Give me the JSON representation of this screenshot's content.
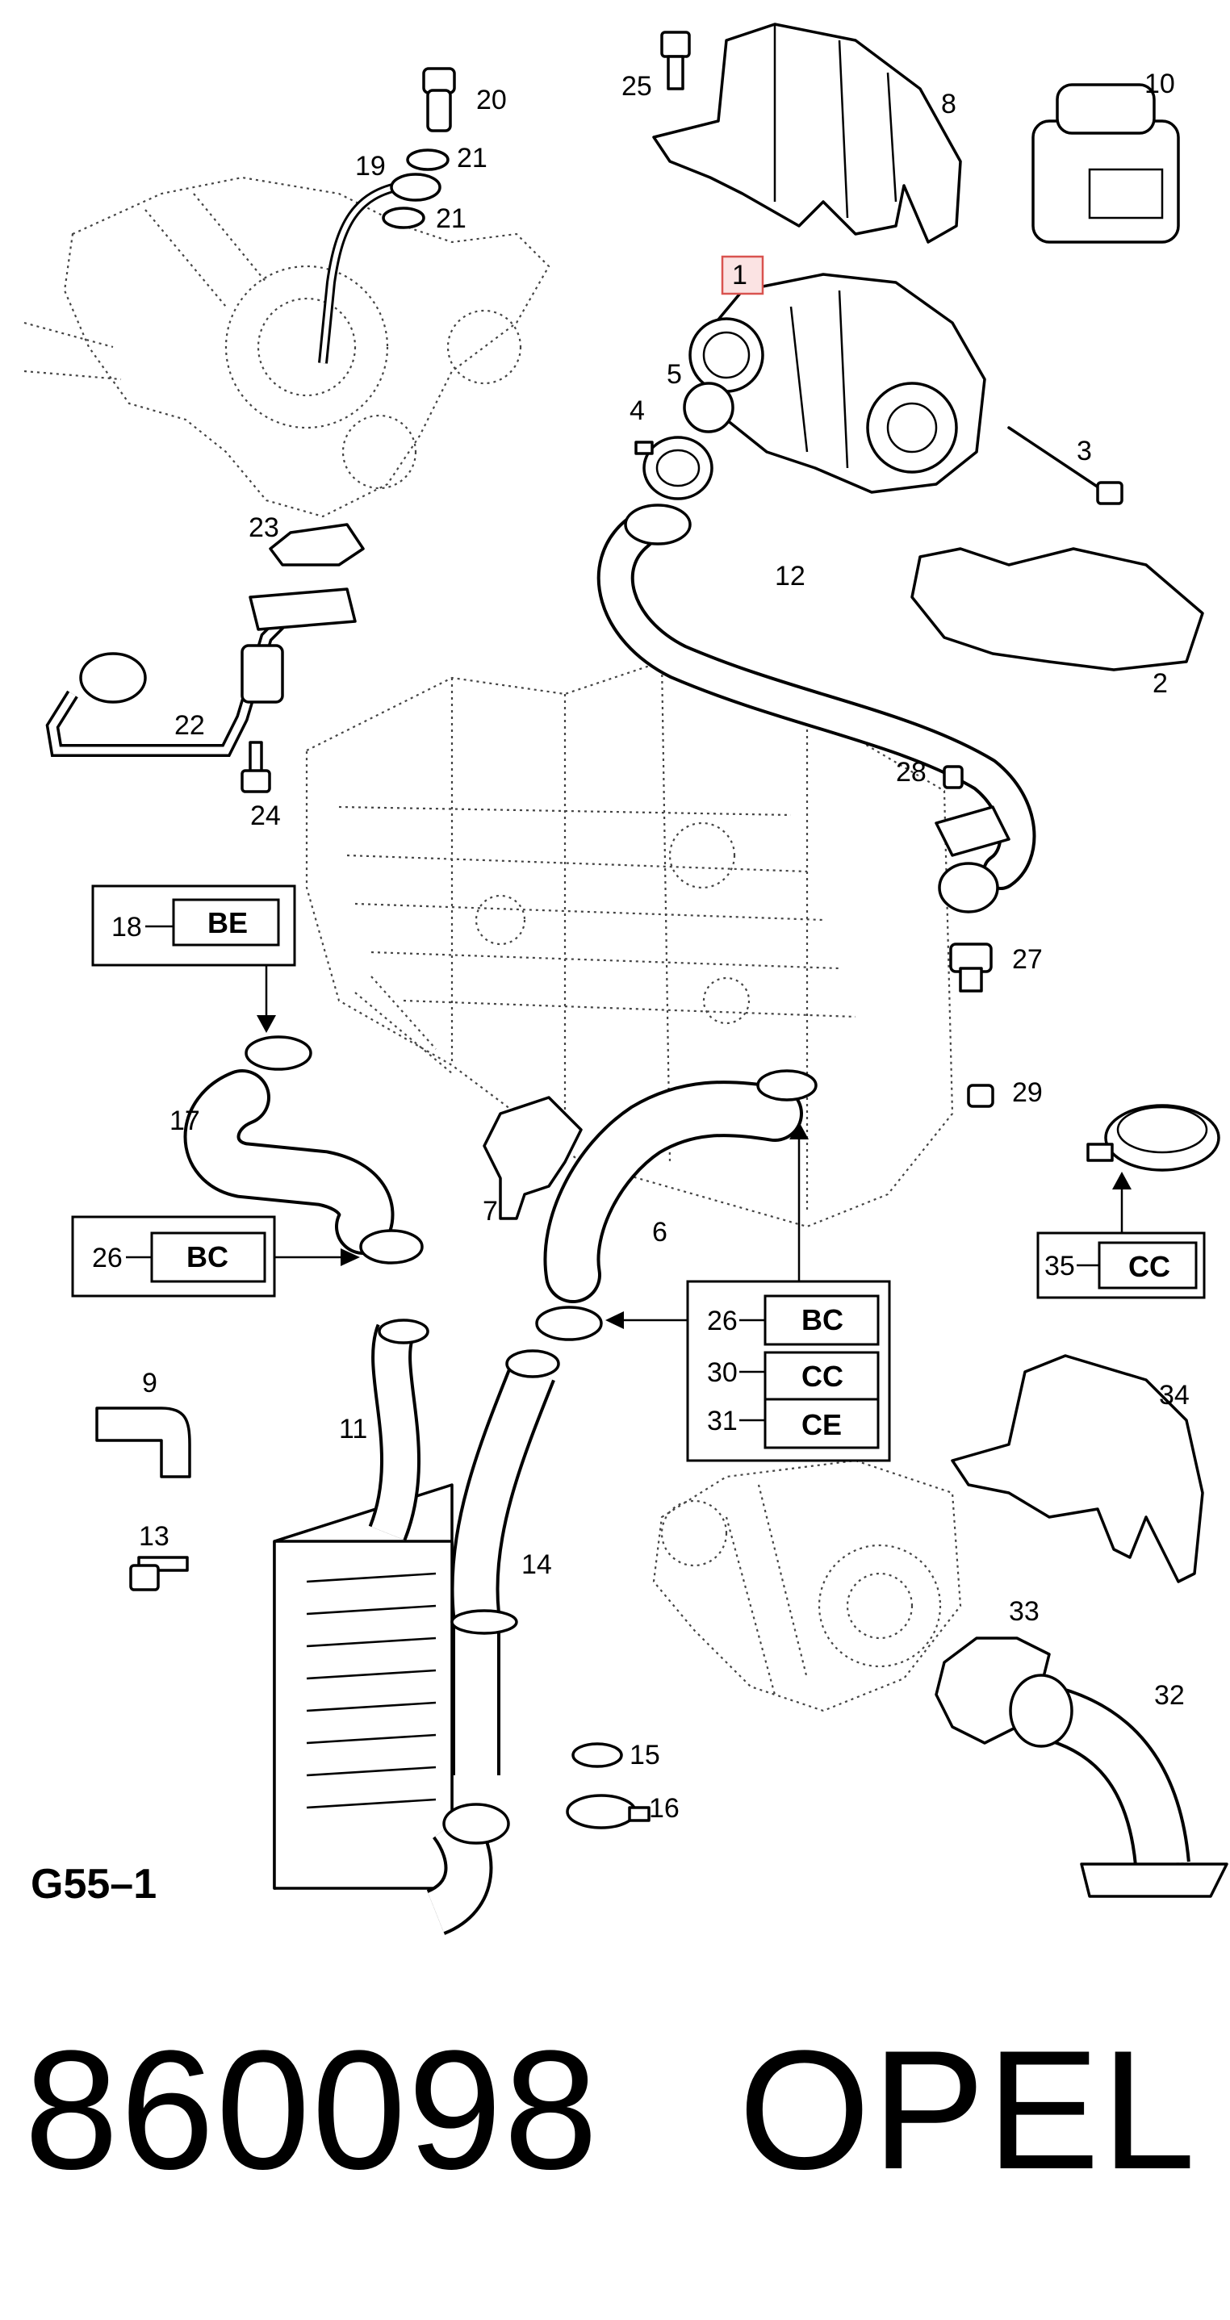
{
  "diagram": {
    "code": "G55–1",
    "highlighted_callout": "1",
    "callouts": [
      "1",
      "2",
      "3",
      "4",
      "5",
      "6",
      "7",
      "8",
      "9",
      "10",
      "11",
      "12",
      "13",
      "14",
      "15",
      "16",
      "17",
      "19",
      "20",
      "21",
      "21",
      "22",
      "23",
      "24",
      "25",
      "27",
      "28",
      "29",
      "32",
      "33",
      "34"
    ],
    "boxes": [
      {
        "ref": "18",
        "codes": [
          "BE"
        ]
      },
      {
        "ref": "26",
        "codes": [
          "BC"
        ]
      },
      {
        "ref": "35",
        "codes": [
          "CC"
        ]
      },
      {
        "refs": [
          "26",
          "30",
          "31"
        ],
        "codes": [
          "BC",
          "CC",
          "CE"
        ]
      }
    ]
  },
  "footer": {
    "part_number": "860098",
    "brand": "OPEL"
  },
  "colors": {
    "highlight_box": "#d9534f",
    "highlight_fill": "#fbe3e3"
  }
}
